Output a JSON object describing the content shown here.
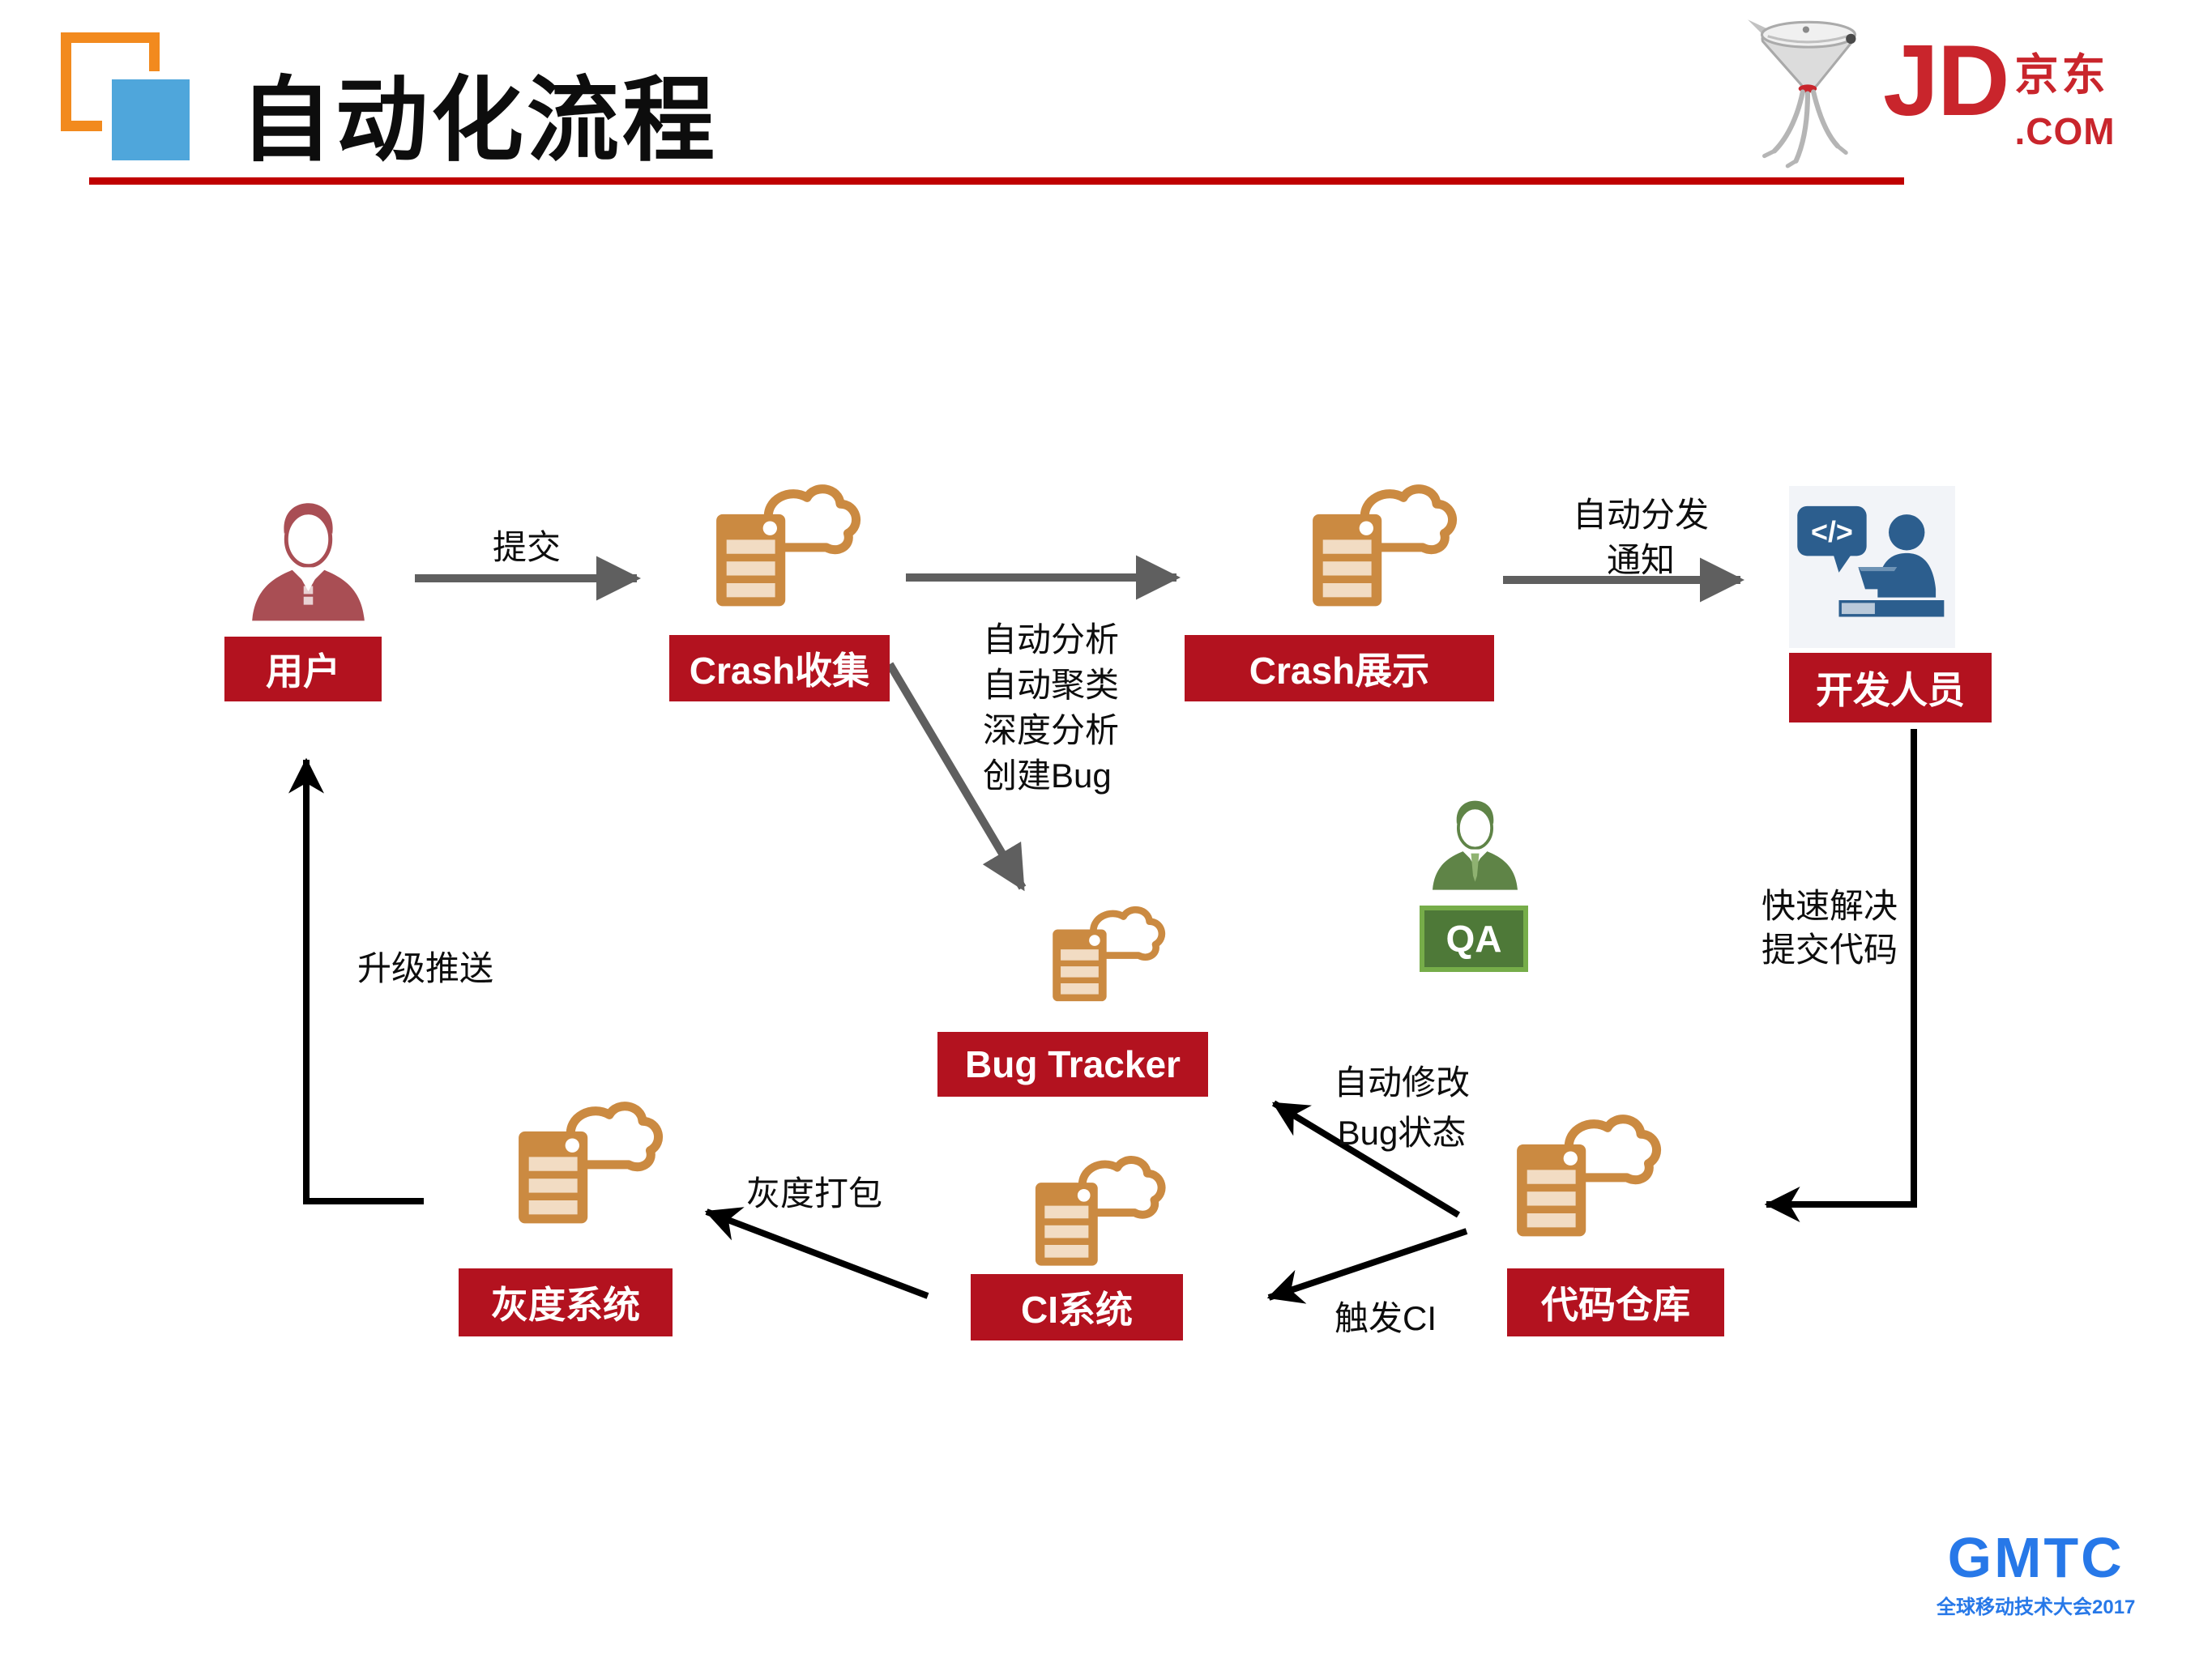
{
  "header": {
    "title": "自动化流程",
    "jd_logo": {
      "jd": "JD",
      "cn": "京东",
      "com": ".COM"
    }
  },
  "footer": {
    "gmtc": "GMTC",
    "subtitle": "全球移动技术大会2017"
  },
  "nodes": {
    "user": {
      "label": "用户"
    },
    "crash_collect": {
      "label": "Crash收集"
    },
    "crash_display": {
      "label": "Crash展示"
    },
    "developer": {
      "label": "开发人员",
      "bubble_code": "</>"
    },
    "qa": {
      "label": "QA"
    },
    "bug_tracker": {
      "label": "Bug Tracker"
    },
    "code_repo": {
      "label": "代码仓库"
    },
    "ci_system": {
      "label": "CI系统"
    },
    "gray_release": {
      "label": "灰度系统"
    }
  },
  "edges": {
    "submit": "提交",
    "dispatch_line1": "自动分发",
    "dispatch_line2": "通知",
    "analysis_line1": "自动分析",
    "analysis_line2": "自动聚类",
    "analysis_line3": "深度分析",
    "analysis_line4": "创建Bug",
    "quick_line1": "快速解决",
    "quick_line2": "提交代码",
    "modify_line1": "自动修改",
    "modify_line2": "Bug状态",
    "trigger_ci": "触发CI",
    "gray_package": "灰度打包",
    "upgrade_push": "升级推送"
  },
  "colors": {
    "node_label_red": "#B3121F",
    "qa_green": "#4E7938",
    "qa_border_green": "#76AD49",
    "server_icon_orange": "#CB8A41",
    "server_bar_fill": "#F2DCC3",
    "developer_blue": "#2C5E8E",
    "user_person_red": "#A94E54",
    "qa_person_green": "#5F8447",
    "arrow_gray": "#5F5F5F",
    "arrow_black": "#000000",
    "title_underline_red": "#C00000",
    "jd_brand_red": "#C9252C",
    "gmtc_blue": "#2778E8",
    "deco_orange": "#F28A1E",
    "deco_blue": "#4FA6DB"
  }
}
